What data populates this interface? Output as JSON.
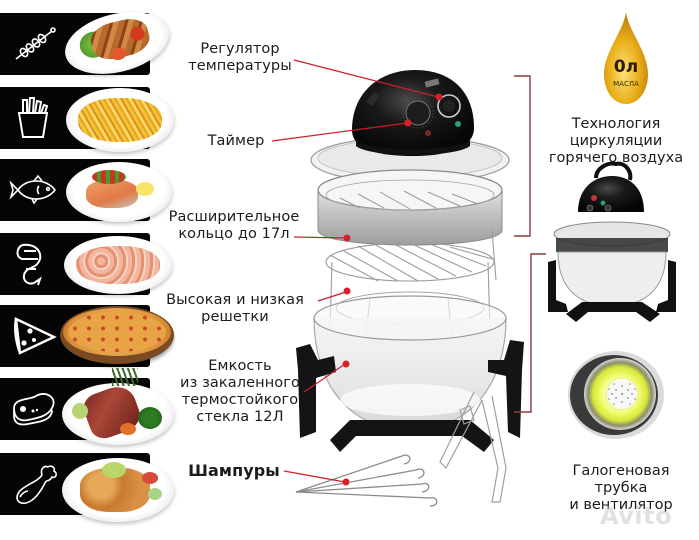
{
  "food_strip": {
    "items": [
      {
        "id": "kebab",
        "icon": "skewer-icon",
        "dish": "kebab-plate"
      },
      {
        "id": "fries",
        "icon": "french-fries-icon",
        "dish": "fries-plate"
      },
      {
        "id": "fish",
        "icon": "fish-icon",
        "dish": "salmon-plate"
      },
      {
        "id": "shrimp",
        "icon": "shrimp-icon",
        "dish": "shrimp-plate"
      },
      {
        "id": "pizza",
        "icon": "pizza-slice-icon",
        "dish": "pizza"
      },
      {
        "id": "steak",
        "icon": "steak-icon",
        "dish": "steak-plate"
      },
      {
        "id": "chicken",
        "icon": "chicken-leg-icon",
        "dish": "chicken-plate"
      }
    ]
  },
  "callouts": {
    "temperature": {
      "line1": "Регулятор",
      "line2": "температуры"
    },
    "timer": {
      "line1": "Таймер"
    },
    "ring": {
      "line1": "Расширительное",
      "line2": "кольцо до 17л"
    },
    "racks": {
      "line1": "Высокая и низкая",
      "line2": "решетки"
    },
    "bowl": {
      "line1": "Емкость",
      "line2": "из закаленного",
      "line3": "термостойкого",
      "line4": "стекла 12Л"
    },
    "skewers": {
      "line1": "Шампуры"
    }
  },
  "right_panel": {
    "oil": {
      "value": "0л",
      "unit": "МАСЛА"
    },
    "technology": {
      "line1": "Технология",
      "line2": "циркуляции",
      "line3": "горячего воздуха"
    },
    "halogen": {
      "line1": "Галогеновая",
      "line2": "трубка",
      "line3": "и вентилятор"
    }
  },
  "watermark": "Avito",
  "colors": {
    "strip_black": "#050505",
    "callout_red": "#c8202a",
    "bracket": "#8a3a44",
    "oil_gold": "#e8a910",
    "halogen_yellow": "#e8f55a"
  }
}
